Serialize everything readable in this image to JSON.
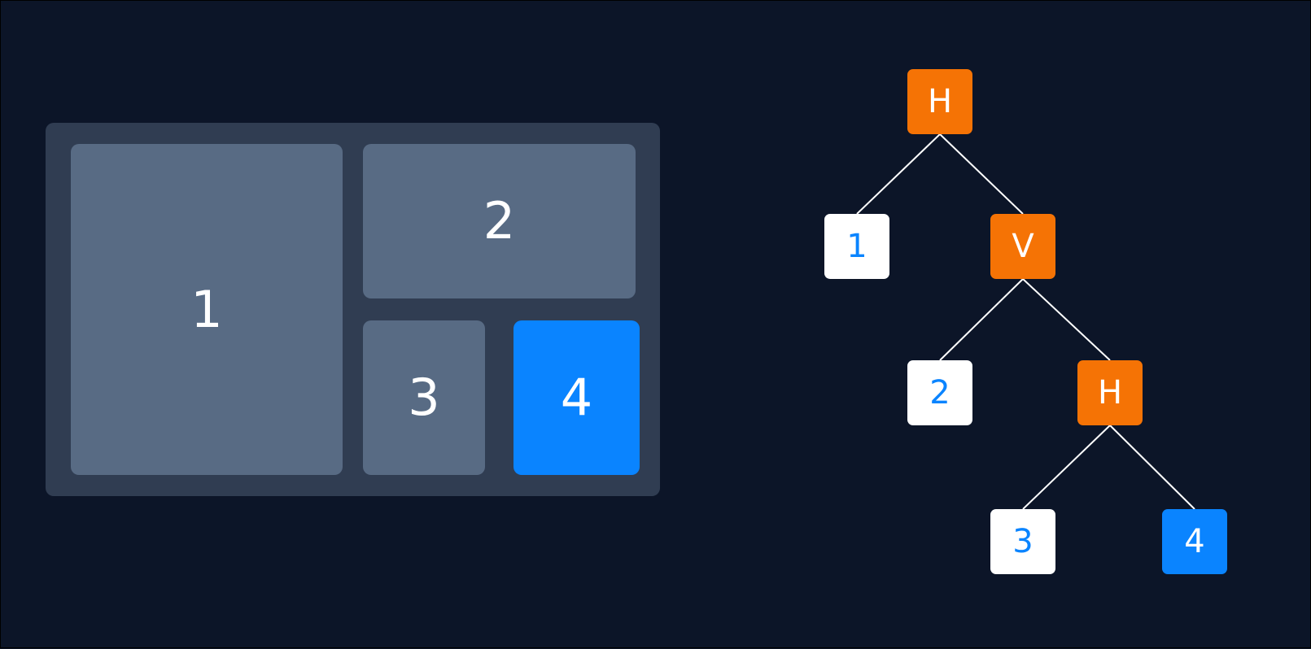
{
  "layout": {
    "windows": [
      {
        "label": "1",
        "focused": false
      },
      {
        "label": "2",
        "focused": false
      },
      {
        "label": "3",
        "focused": false
      },
      {
        "label": "4",
        "focused": true
      }
    ]
  },
  "tree": {
    "root": {
      "label": "H"
    },
    "leaf_1": {
      "label": "1"
    },
    "split_v": {
      "label": "V"
    },
    "leaf_2": {
      "label": "2"
    },
    "split_h": {
      "label": "H"
    },
    "leaf_3": {
      "label": "3"
    },
    "leaf_4": {
      "label": "4",
      "focused": true
    }
  },
  "colors": {
    "background": "#0c1528",
    "container": "#303d52",
    "window": "#586b84",
    "focused": "#0a84ff",
    "split_node": "#f57305",
    "leaf_node": "#ffffff",
    "edge": "#ffffff"
  }
}
